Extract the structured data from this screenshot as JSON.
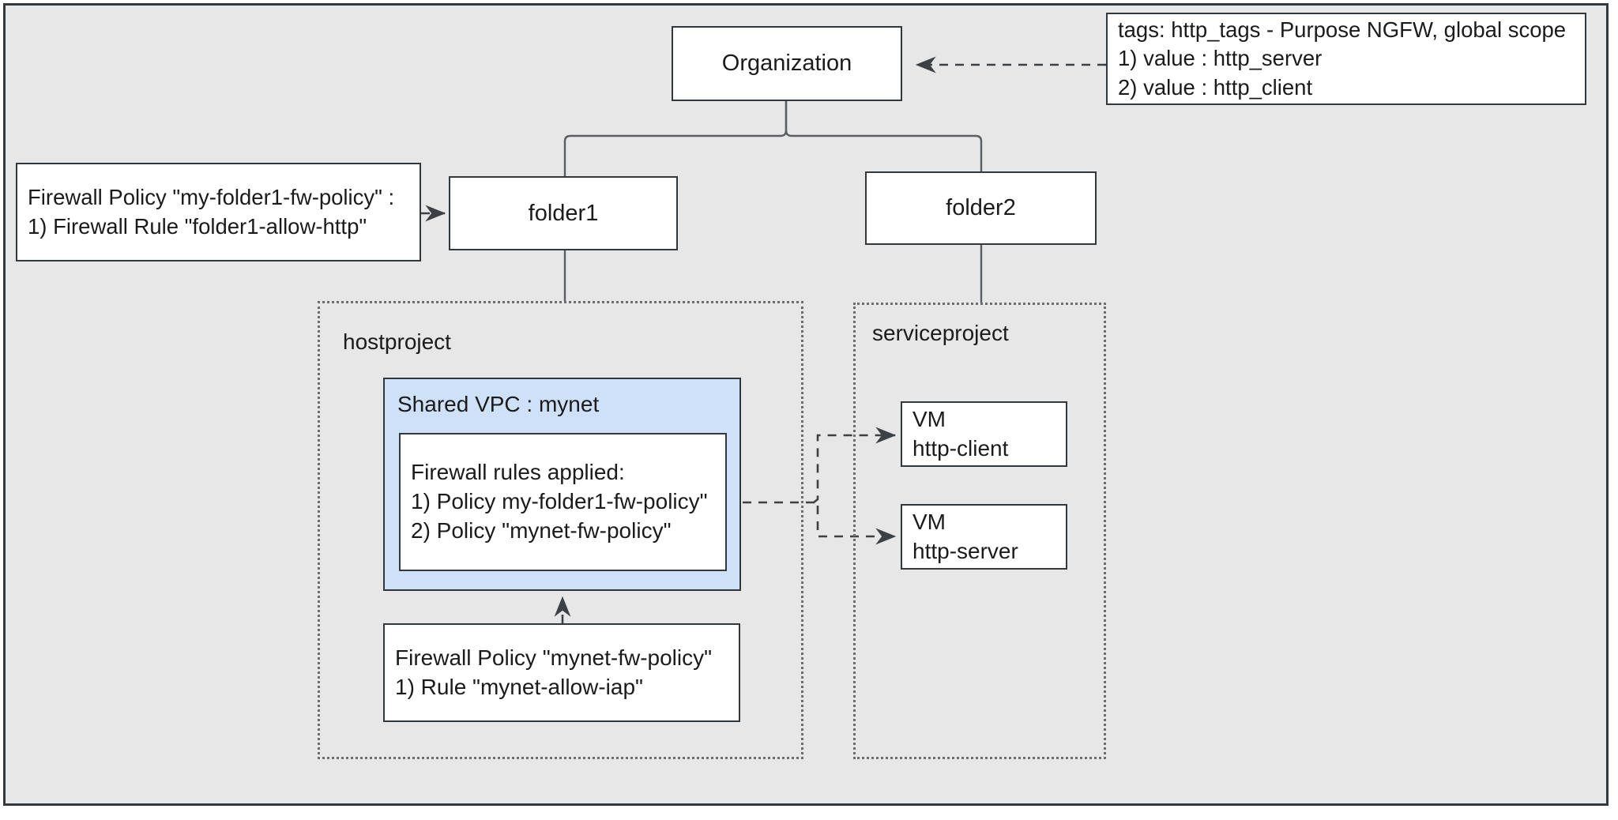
{
  "diagram": {
    "title": "GCP Hierarchical Firewall Policy Diagram",
    "background_color": "#e7e7e7",
    "border_color": "#33383d",
    "vpc_fill_color": "#cfe1f8",
    "edge_color": "#3d4145"
  },
  "nodes": {
    "organization": {
      "label": "Organization"
    },
    "folder1": {
      "label": "folder1"
    },
    "folder2": {
      "label": "folder2"
    },
    "tags_note": {
      "line1": "tags: http_tags - Purpose NGFW, global scope",
      "line2": "1) value : http_server",
      "line3": "2) value : http_client"
    },
    "folder_policy_note": {
      "line1": "Firewall Policy \"my-folder1-fw-policy\" :",
      "line2": "1) Firewall Rule \"folder1-allow-http\""
    },
    "hostproject": {
      "label": "hostproject"
    },
    "serviceproject": {
      "label": "serviceproject"
    },
    "shared_vpc": {
      "label": "Shared VPC : mynet"
    },
    "firewall_rules_applied": {
      "line1": "Firewall rules applied:",
      "line2": "1) Policy my-folder1-fw-policy\"",
      "line3": "2) Policy \"mynet-fw-policy\""
    },
    "mynet_policy_note": {
      "line1": "Firewall Policy \"mynet-fw-policy\"",
      "line2": "1) Rule \"mynet-allow-iap\""
    },
    "vm_http_client": {
      "line1": "VM",
      "line2": "http-client"
    },
    "vm_http_server": {
      "line1": "VM",
      "line2": "http-server"
    }
  },
  "edges": [
    {
      "name": "tags-to-organization",
      "style": "dashed",
      "arrow": true
    },
    {
      "name": "organization-to-folder1",
      "style": "solid",
      "arrow": false
    },
    {
      "name": "organization-to-folder2",
      "style": "solid",
      "arrow": false
    },
    {
      "name": "folder-policy-to-folder1",
      "style": "dashed",
      "arrow": true
    },
    {
      "name": "folder1-to-hostproject",
      "style": "solid",
      "arrow": false
    },
    {
      "name": "folder2-to-serviceproject",
      "style": "solid",
      "arrow": false
    },
    {
      "name": "mynet-policy-to-shared-vpc",
      "style": "dashed",
      "arrow": true
    },
    {
      "name": "firewall-rules-to-vm-http-client",
      "style": "dashed",
      "arrow": true
    },
    {
      "name": "firewall-rules-to-vm-http-server",
      "style": "dashed",
      "arrow": true
    }
  ]
}
